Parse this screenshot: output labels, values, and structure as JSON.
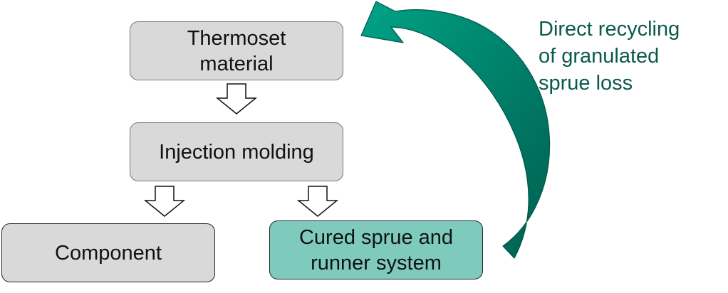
{
  "nodes": {
    "thermoset": {
      "lines": [
        "Thermoset",
        "material"
      ]
    },
    "injection": {
      "lines": [
        "Injection molding"
      ]
    },
    "component": {
      "lines": [
        "Component"
      ]
    },
    "sprue": {
      "lines": [
        "Cured sprue and",
        "runner system"
      ]
    }
  },
  "recycle_caption": {
    "lines": [
      "Direct recycling",
      "of granulated",
      "sprue loss"
    ]
  },
  "colors": {
    "box_gray": "#d9d9d9",
    "box_teal": "#7ecabd",
    "arrow_teal": "#00856e",
    "arrow_teal_dark": "#005c4c",
    "caption_text": "#0a5a4c"
  }
}
